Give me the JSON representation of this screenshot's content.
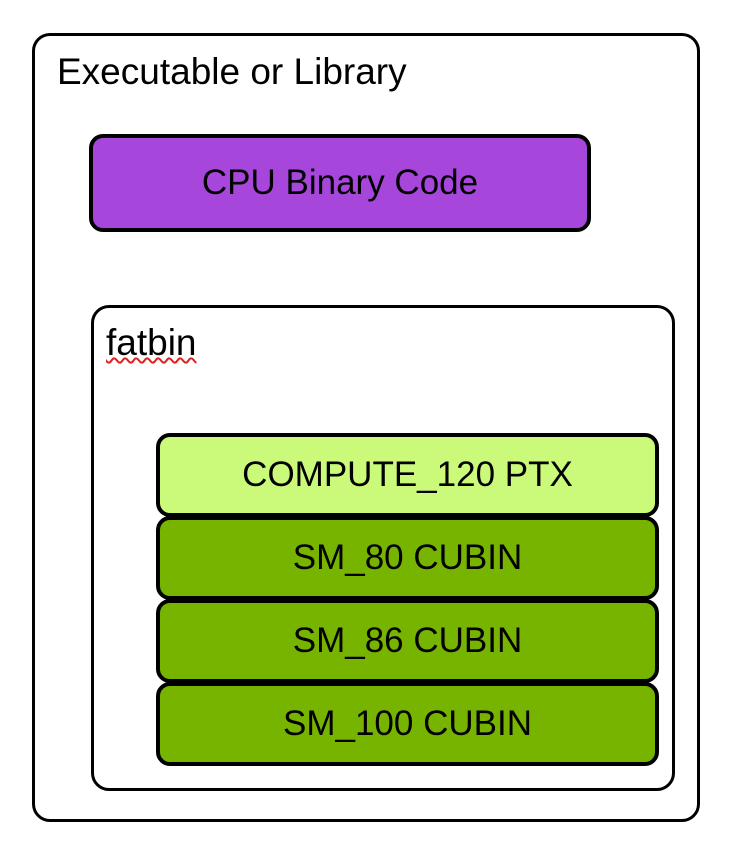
{
  "diagram": {
    "type": "nested-block-diagram",
    "background_color": "#ffffff",
    "outer": {
      "title": "Executable or Library",
      "border_color": "#000000",
      "fill_color": "#ffffff"
    },
    "cpu_block": {
      "label": "CPU Binary Code",
      "fill_color": "#a746db",
      "border_color": "#000000"
    },
    "fatbin": {
      "title": "fatbin",
      "spellcheck_underline_color": "#e02020",
      "border_color": "#000000",
      "fill_color": "#ffffff",
      "entries": [
        {
          "label": "COMPUTE_120 PTX",
          "kind": "ptx",
          "fill_color": "#cbf97a"
        },
        {
          "label": "SM_80 CUBIN",
          "kind": "cubin",
          "fill_color": "#76b400"
        },
        {
          "label": "SM_86 CUBIN",
          "kind": "cubin",
          "fill_color": "#76b400"
        },
        {
          "label": "SM_100 CUBIN",
          "kind": "cubin",
          "fill_color": "#76b400"
        }
      ]
    }
  }
}
